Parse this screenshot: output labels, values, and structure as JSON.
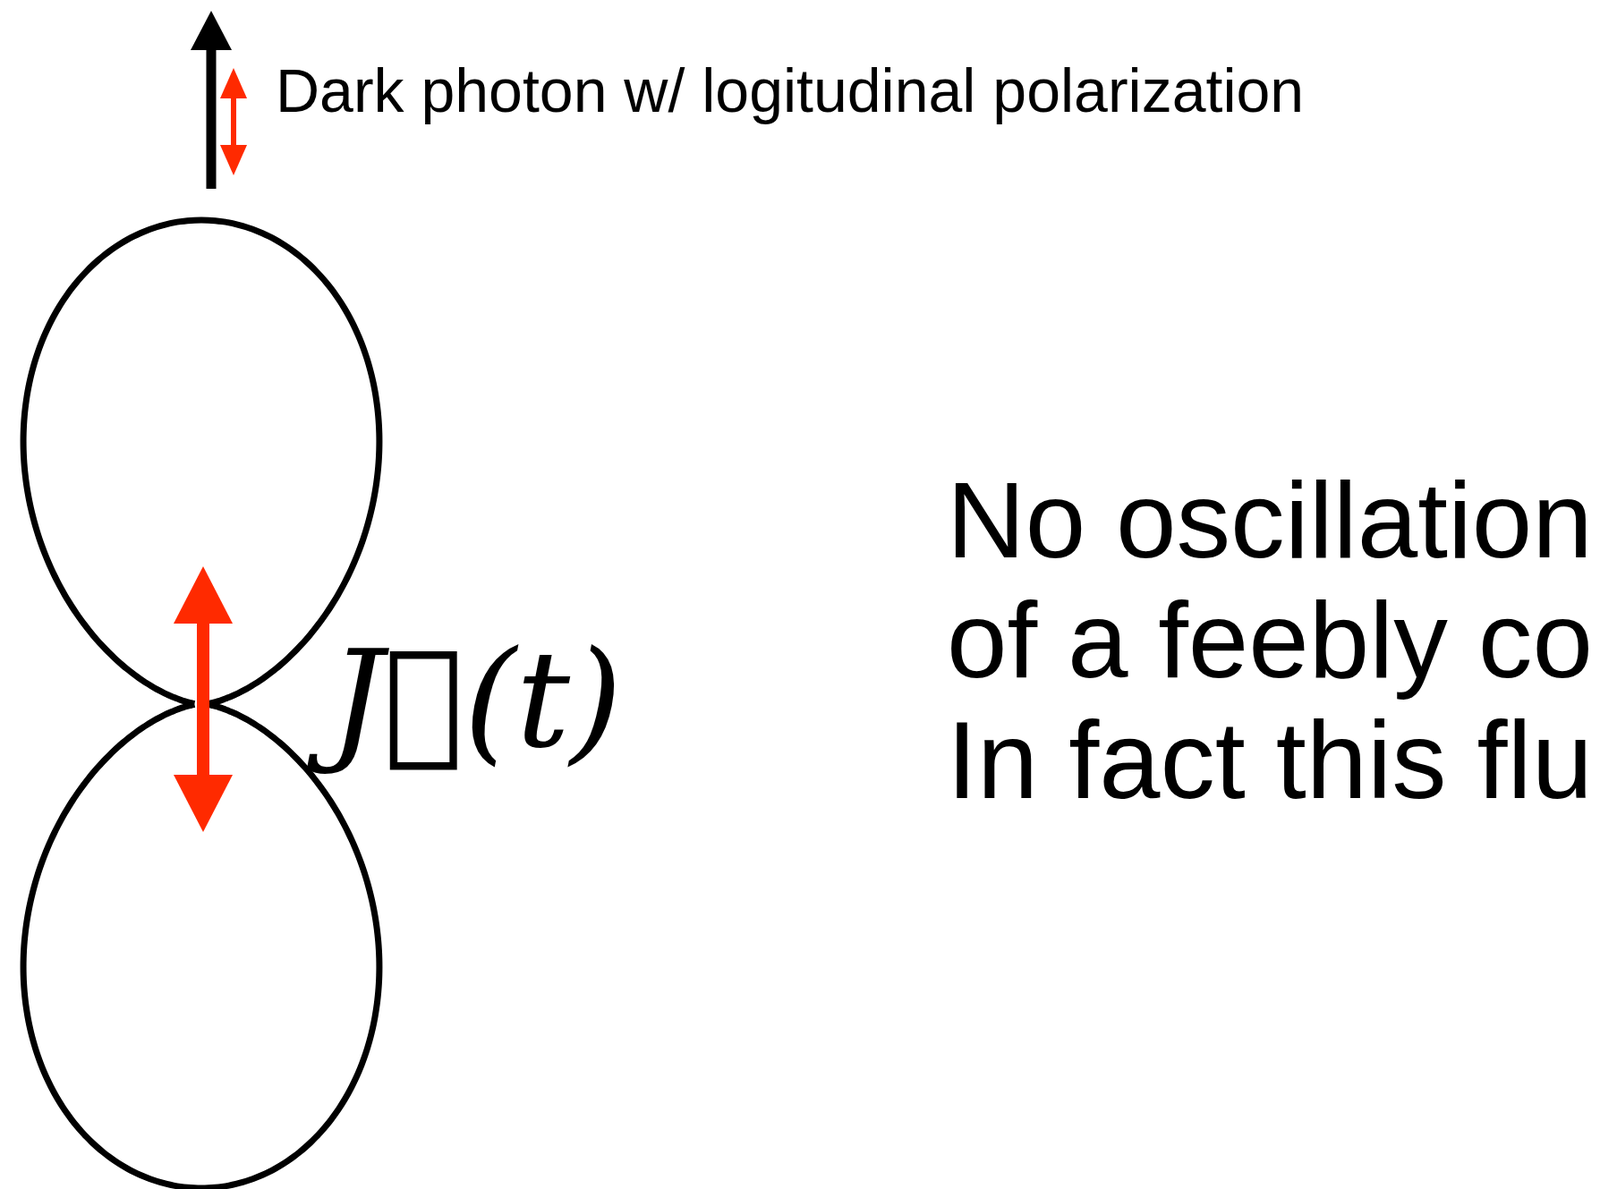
{
  "diagram": {
    "labels": [
      "Dark photon w/ logitudinal polarization",
      "J⃗(t)",
      "No oscillation",
      "of a feebly co",
      "In fact this flu"
    ]
  }
}
